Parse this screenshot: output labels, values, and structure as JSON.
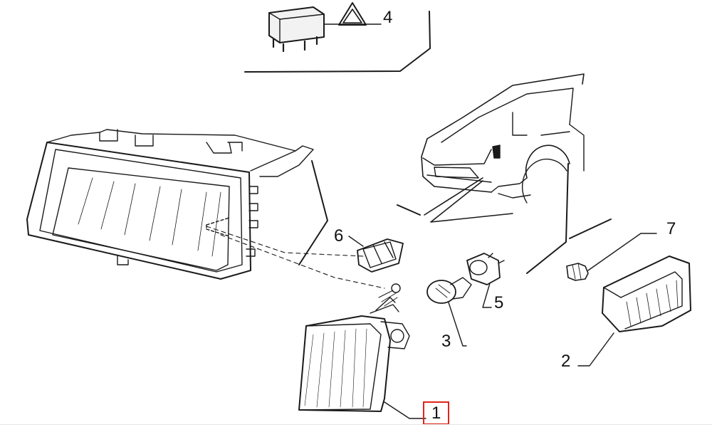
{
  "callouts": [
    {
      "id": "1",
      "label": "1",
      "part": "front-corner-indicator",
      "selected": true
    },
    {
      "id": "2",
      "label": "2",
      "part": "side-repeater-lamp",
      "selected": false
    },
    {
      "id": "3",
      "label": "3",
      "part": "indicator-bulb",
      "selected": false
    },
    {
      "id": "4",
      "label": "4",
      "part": "hazard-flasher-relay",
      "selected": false
    },
    {
      "id": "5",
      "label": "5",
      "part": "bulb-holder",
      "selected": false
    },
    {
      "id": "6",
      "label": "6",
      "part": "mounting-clip",
      "selected": false
    },
    {
      "id": "7",
      "label": "7",
      "part": "side-repeater-bulb",
      "selected": false
    }
  ],
  "colors": {
    "line": "#1a1a1a",
    "highlight": "#e0241c",
    "background": "#ffffff"
  },
  "icons": [
    "hazard-warning-icon"
  ]
}
